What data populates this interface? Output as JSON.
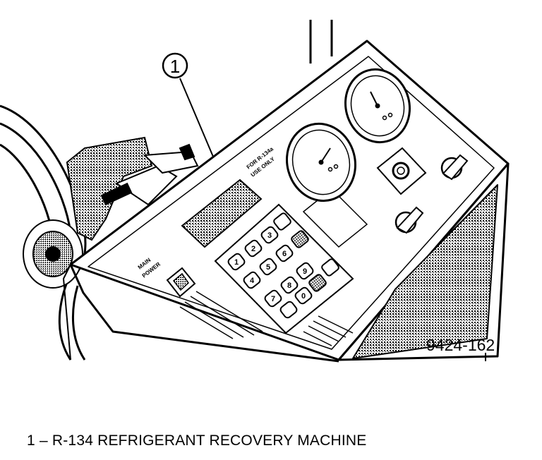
{
  "callout": {
    "number": "1"
  },
  "figure_ref": "9424-162",
  "panel": {
    "main_power_line1": "MAIN",
    "main_power_line2": "POWER",
    "for_r134a_line1": "FOR R-134a",
    "for_r134a_line2": "USE ONLY",
    "keypad_keys": [
      "1",
      "2",
      "3",
      "4",
      "5",
      "6",
      "7",
      "8",
      "9",
      "0"
    ]
  },
  "caption": {
    "number": "1",
    "dash": "–",
    "text": "R-134 REFRIGERANT RECOVERY MACHINE"
  }
}
